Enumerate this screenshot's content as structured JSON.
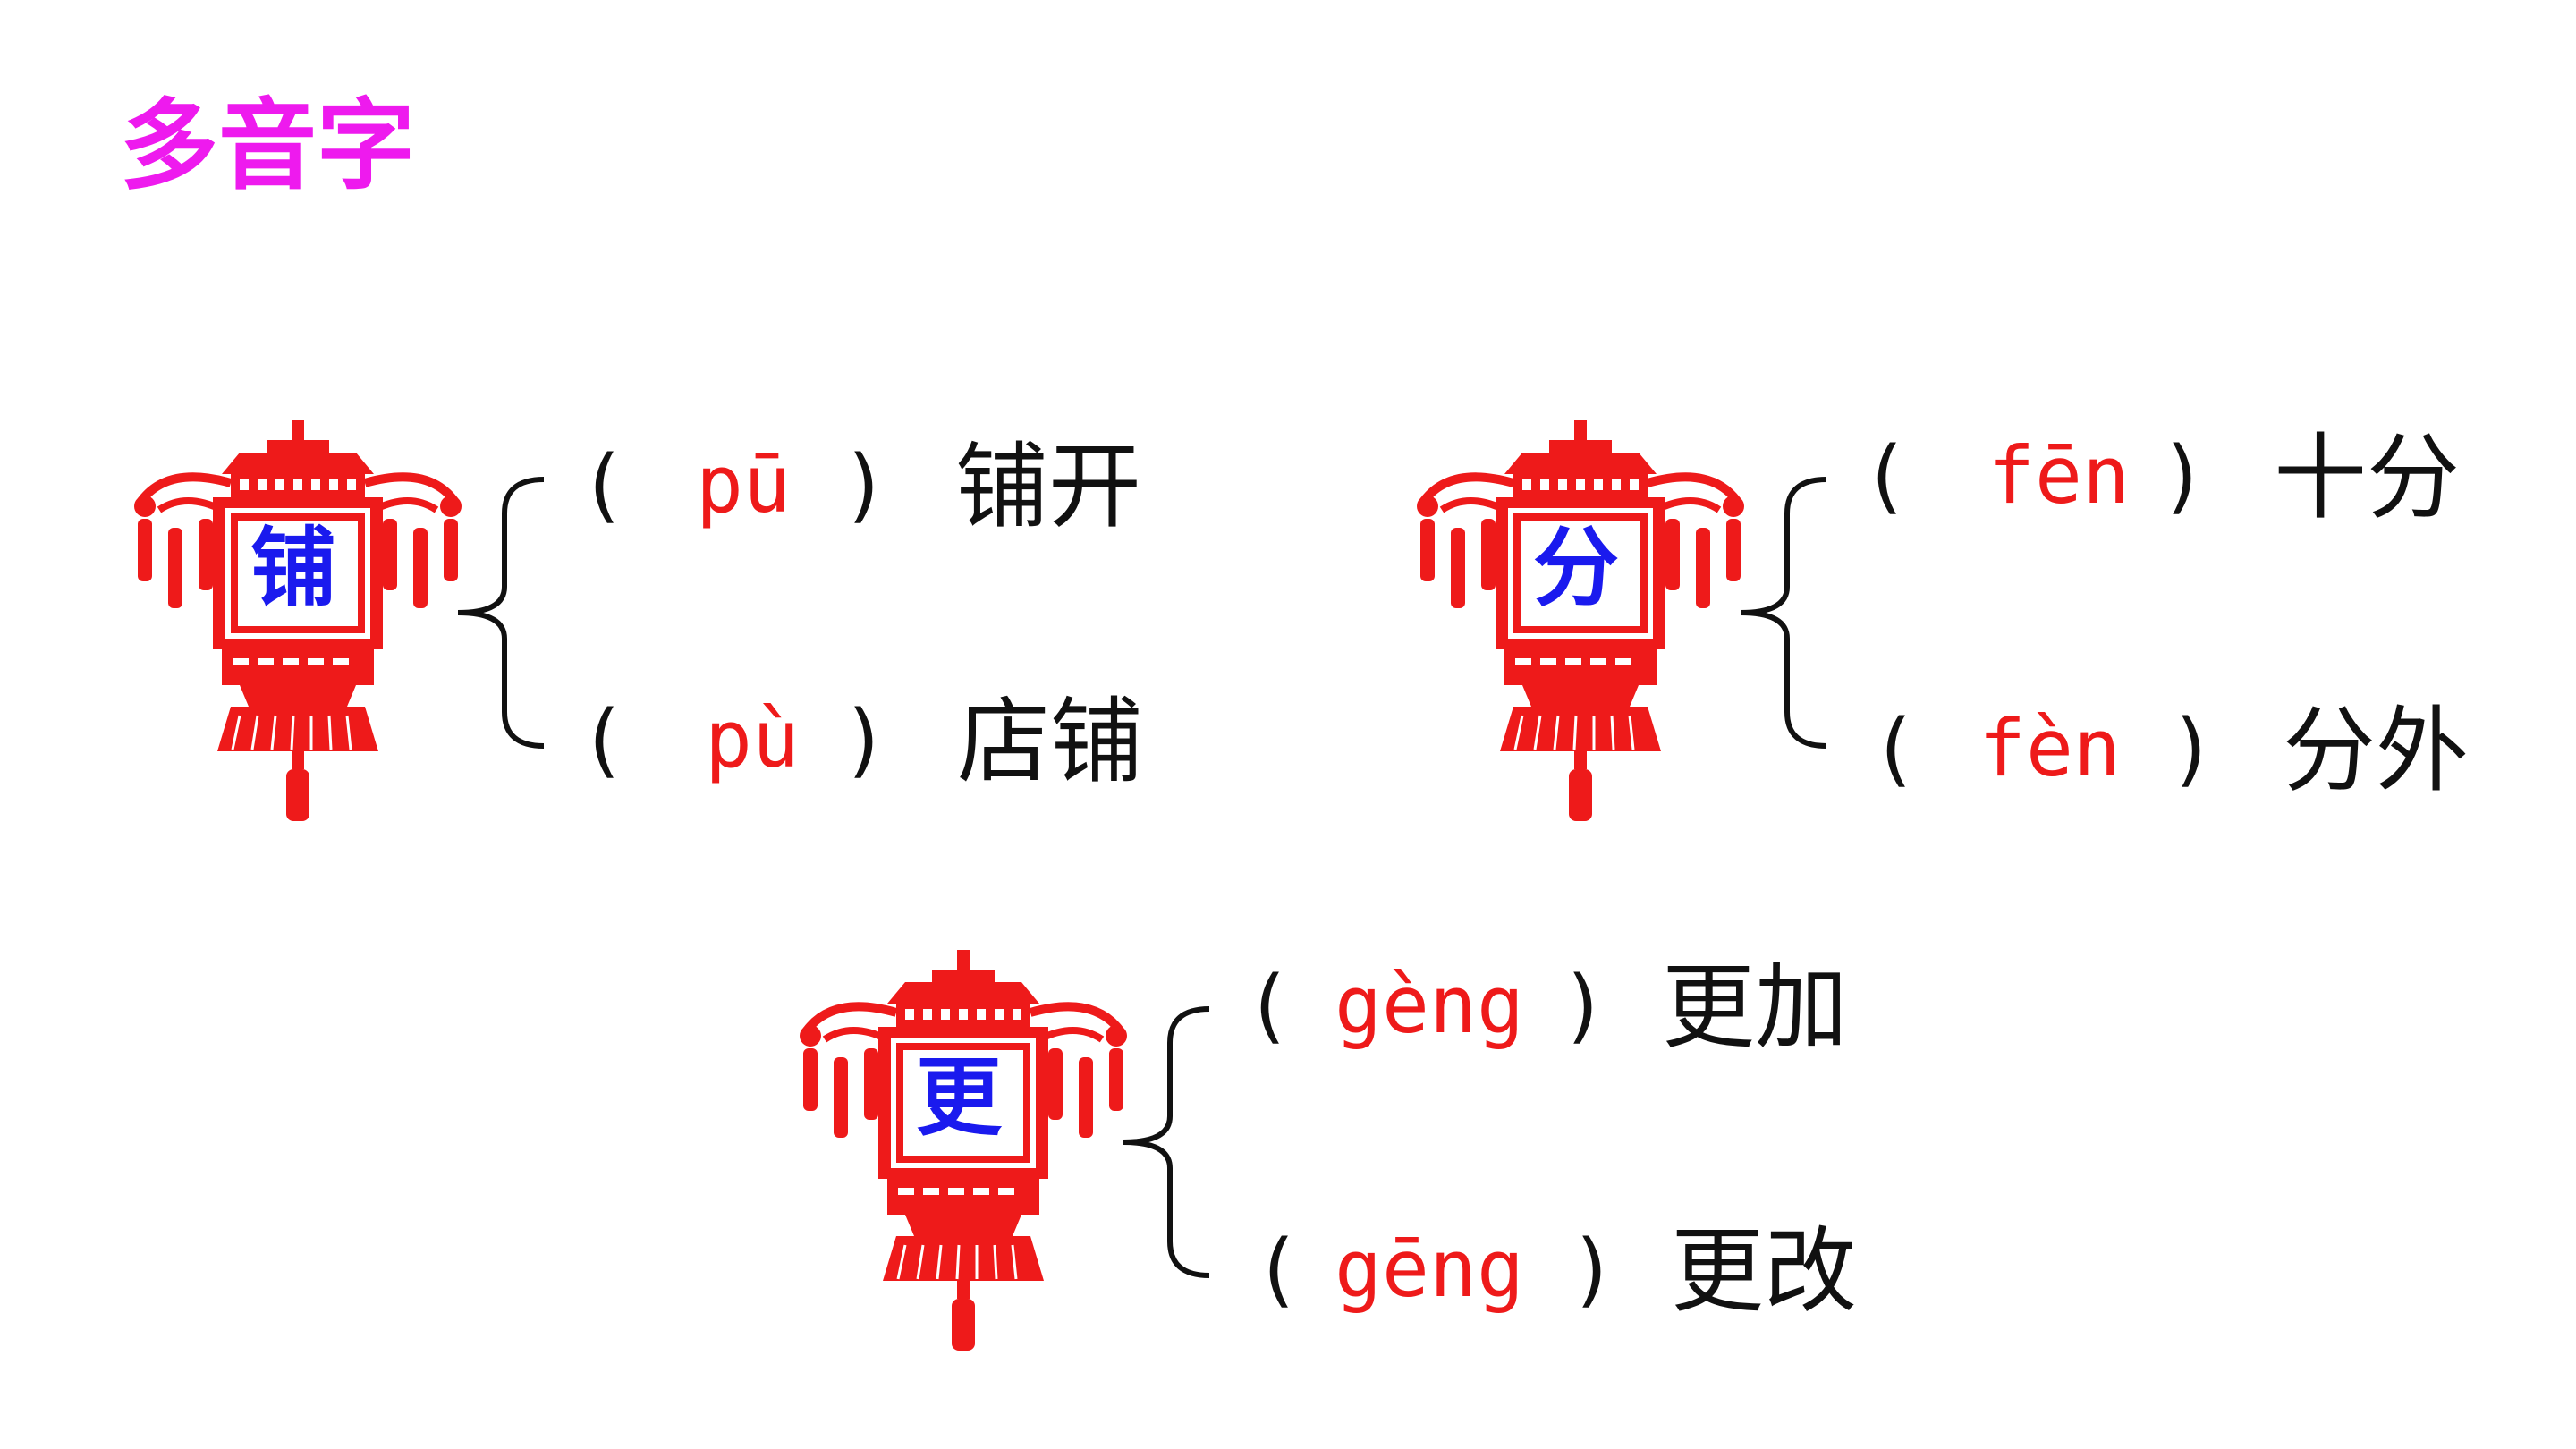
{
  "title": "多音字",
  "colors": {
    "title": "#ee1aee",
    "pinyin": "#ee1a1a",
    "lantern": "#ee1a1a",
    "lantern_char": "#1a1aee",
    "text": "#111111"
  },
  "groups": [
    {
      "char": "铺",
      "readings": [
        {
          "open": "(",
          "pinyin": "pū",
          "close": ")",
          "word": "铺开"
        },
        {
          "open": "(",
          "pinyin": "pù",
          "close": ")",
          "word": "店铺"
        }
      ]
    },
    {
      "char": "分",
      "readings": [
        {
          "open": "(",
          "pinyin": "fēn",
          "close": ")",
          "word": "十分"
        },
        {
          "open": "(",
          "pinyin": "fèn",
          "close": ")",
          "word": "分外"
        }
      ]
    },
    {
      "char": "更",
      "readings": [
        {
          "open": "(",
          "pinyin": "gèng",
          "close": ")",
          "word": "更加"
        },
        {
          "open": "(",
          "pinyin": "gēng",
          "close": ")",
          "word": "更改"
        }
      ]
    }
  ]
}
